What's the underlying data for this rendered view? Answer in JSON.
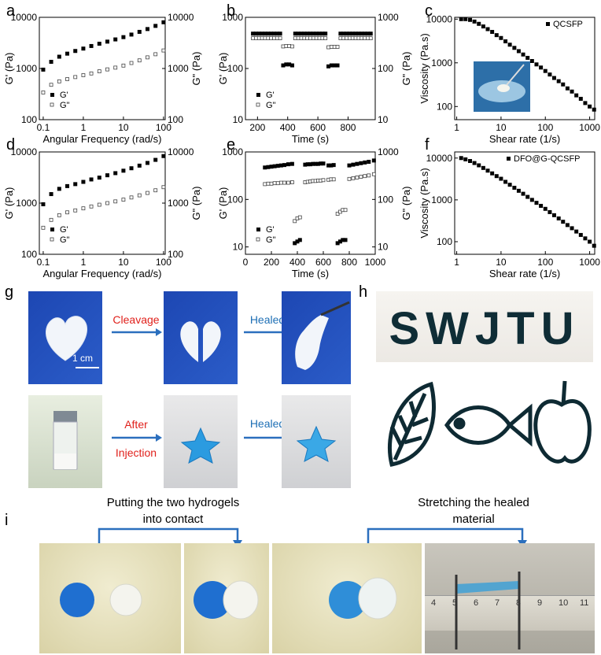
{
  "panels": {
    "a": "a",
    "b": "b",
    "c": "c",
    "d": "d",
    "e": "e",
    "f": "f",
    "g": "g",
    "h": "h",
    "i": "i"
  },
  "chart_data": [
    {
      "id": "a",
      "type": "scatter",
      "xlabel": "Angular Frequency (rad/s)",
      "ylabel": "G' (Pa)",
      "y2label": "G\" (Pa)",
      "xscale": "log",
      "yscale": "log",
      "xlim": [
        0.08,
        110
      ],
      "ylim": [
        100,
        10000
      ],
      "xticks": [
        "0.1",
        "1",
        "10",
        "100"
      ],
      "yticks": [
        "100",
        "1000",
        "10000"
      ],
      "legend_position": "bottom-left",
      "series": [
        {
          "name": "G'",
          "marker": "filled-square",
          "x": [
            0.1,
            0.158,
            0.251,
            0.398,
            0.631,
            1,
            1.58,
            2.51,
            3.98,
            6.31,
            10,
            15.8,
            25.1,
            39.8,
            63.1,
            100
          ],
          "y": [
            950,
            1350,
            1700,
            1950,
            2200,
            2450,
            2750,
            3050,
            3350,
            3700,
            4100,
            4600,
            5200,
            5900,
            6800,
            8000
          ]
        },
        {
          "name": "G\"",
          "marker": "open-square",
          "x": [
            0.1,
            0.158,
            0.251,
            0.398,
            0.631,
            1,
            1.58,
            2.51,
            3.98,
            6.31,
            10,
            15.8,
            25.1,
            39.8,
            63.1,
            100
          ],
          "y": [
            340,
            480,
            560,
            620,
            680,
            740,
            800,
            880,
            960,
            1040,
            1140,
            1280,
            1440,
            1650,
            1900,
            2250
          ]
        }
      ]
    },
    {
      "id": "b",
      "type": "scatter",
      "xlabel": "Time (s)",
      "ylabel": "G' (Pa)",
      "y2label": "G\" (Pa)",
      "xscale": "linear",
      "yscale": "log",
      "xlim": [
        120,
        980
      ],
      "ylim": [
        10,
        1000
      ],
      "xticks": [
        "200",
        "400",
        "600",
        "800"
      ],
      "yticks": [
        "10",
        "100",
        "1000"
      ],
      "legend_position": "bottom-left",
      "series": [
        {
          "name": "G'",
          "marker": "filled-square",
          "x": [
            170,
            190,
            210,
            230,
            250,
            270,
            290,
            310,
            330,
            350,
            370,
            390,
            410,
            430,
            450,
            470,
            490,
            510,
            530,
            550,
            570,
            590,
            610,
            630,
            650,
            670,
            690,
            710,
            730,
            750,
            770,
            790,
            810,
            830,
            850,
            870,
            890,
            910,
            930,
            950
          ],
          "y": [
            480,
            480,
            480,
            480,
            480,
            480,
            480,
            480,
            480,
            480,
            115,
            120,
            120,
            115,
            480,
            480,
            480,
            480,
            480,
            480,
            480,
            480,
            480,
            480,
            480,
            110,
            115,
            115,
            115,
            480,
            480,
            480,
            480,
            480,
            480,
            480,
            480,
            480,
            480,
            480
          ]
        },
        {
          "name": "G\"",
          "marker": "open-square",
          "x": [
            170,
            190,
            210,
            230,
            250,
            270,
            290,
            310,
            330,
            350,
            370,
            390,
            410,
            430,
            450,
            470,
            490,
            510,
            530,
            550,
            570,
            590,
            610,
            630,
            650,
            670,
            690,
            710,
            730,
            750,
            770,
            790,
            810,
            830,
            850,
            870,
            890,
            910,
            930,
            950
          ],
          "y": [
            390,
            390,
            390,
            390,
            390,
            390,
            390,
            390,
            390,
            390,
            270,
            275,
            275,
            270,
            390,
            390,
            390,
            390,
            390,
            390,
            390,
            390,
            390,
            390,
            390,
            260,
            265,
            265,
            265,
            390,
            390,
            390,
            390,
            390,
            390,
            390,
            390,
            390,
            390,
            390
          ]
        }
      ]
    },
    {
      "id": "c",
      "type": "scatter",
      "xlabel": "Shear rate (1/s)",
      "ylabel": "Viscosity (Pa.s)",
      "xscale": "log",
      "yscale": "log",
      "xlim": [
        0.9,
        1300
      ],
      "ylim": [
        50,
        11000
      ],
      "xticks": [
        "1",
        "10",
        "100",
        "1000"
      ],
      "yticks": [
        "100",
        "1000",
        "10000"
      ],
      "legend_position": "top-right",
      "series": [
        {
          "name": "QCSFP",
          "marker": "filled-square",
          "x": [
            1.26,
            1.58,
            2,
            2.51,
            3.16,
            3.98,
            5.01,
            6.31,
            7.94,
            10,
            12.6,
            15.8,
            20,
            25.1,
            31.6,
            39.8,
            50.1,
            63.1,
            79.4,
            100,
            126,
            158,
            200,
            251,
            316,
            398,
            501,
            631,
            794,
            1000,
            1260
          ],
          "y": [
            10000,
            10000,
            9600,
            8800,
            7800,
            6800,
            5900,
            5100,
            4300,
            3700,
            3100,
            2600,
            2200,
            1850,
            1550,
            1300,
            1100,
            920,
            780,
            650,
            540,
            450,
            380,
            320,
            260,
            220,
            180,
            150,
            120,
            100,
            85
          ]
        }
      ]
    },
    {
      "id": "d",
      "type": "scatter",
      "xlabel": "Angular Frequency (rad/s)",
      "ylabel": "G' (Pa)",
      "y2label": "G\" (Pa)",
      "xscale": "log",
      "yscale": "log",
      "xlim": [
        0.08,
        110
      ],
      "ylim": [
        100,
        10000
      ],
      "xticks": [
        "0.1",
        "1",
        "10",
        "100"
      ],
      "yticks": [
        "100",
        "1000",
        "10000"
      ],
      "legend_position": "bottom-left",
      "series": [
        {
          "name": "G'",
          "marker": "filled-square",
          "x": [
            0.1,
            0.158,
            0.251,
            0.398,
            0.631,
            1,
            1.58,
            2.51,
            3.98,
            6.31,
            10,
            15.8,
            25.1,
            39.8,
            63.1,
            100
          ],
          "y": [
            950,
            1500,
            1900,
            2150,
            2350,
            2600,
            2900,
            3150,
            3500,
            3850,
            4300,
            4800,
            5400,
            6100,
            7000,
            8300
          ]
        },
        {
          "name": "G\"",
          "marker": "open-square",
          "x": [
            0.1,
            0.158,
            0.251,
            0.398,
            0.631,
            1,
            1.58,
            2.51,
            3.98,
            6.31,
            10,
            15.8,
            25.1,
            39.8,
            63.1,
            100
          ],
          "y": [
            330,
            470,
            580,
            660,
            720,
            790,
            860,
            930,
            1000,
            1080,
            1170,
            1290,
            1420,
            1580,
            1780,
            2050
          ]
        }
      ]
    },
    {
      "id": "e",
      "type": "scatter",
      "xlabel": "Time (s)",
      "ylabel": "G' (Pa)",
      "y2label": "G\" (Pa)",
      "xscale": "linear",
      "yscale": "log",
      "xlim": [
        0,
        1000
      ],
      "ylim": [
        7,
        1000
      ],
      "xticks": [
        "0",
        "200",
        "400",
        "600",
        "800",
        "1000"
      ],
      "yticks": [
        "10",
        "100",
        "1000"
      ],
      "legend_position": "bottom-left",
      "series": [
        {
          "name": "G'",
          "marker": "filled-square",
          "x": [
            150,
            175,
            200,
            225,
            250,
            275,
            300,
            330,
            360,
            380,
            400,
            420,
            460,
            480,
            500,
            520,
            540,
            560,
            580,
            600,
            640,
            660,
            680,
            710,
            730,
            750,
            770,
            800,
            830,
            860,
            890,
            920,
            950,
            990
          ],
          "y": [
            470,
            480,
            490,
            500,
            510,
            520,
            530,
            550,
            560,
            12,
            13,
            14,
            540,
            550,
            550,
            560,
            560,
            560,
            570,
            570,
            520,
            520,
            530,
            12,
            13,
            14,
            14,
            520,
            540,
            560,
            580,
            600,
            620,
            660
          ]
        },
        {
          "name": "G\"",
          "marker": "open-square",
          "x": [
            150,
            175,
            200,
            225,
            250,
            275,
            300,
            330,
            360,
            380,
            400,
            420,
            460,
            480,
            500,
            520,
            540,
            560,
            580,
            600,
            640,
            660,
            680,
            710,
            730,
            750,
            770,
            800,
            830,
            860,
            890,
            920,
            950,
            990
          ],
          "y": [
            210,
            215,
            215,
            220,
            220,
            225,
            225,
            225,
            230,
            35,
            40,
            42,
            230,
            235,
            240,
            245,
            245,
            250,
            250,
            255,
            260,
            265,
            265,
            50,
            55,
            60,
            60,
            270,
            280,
            290,
            300,
            310,
            320,
            340
          ]
        }
      ]
    },
    {
      "id": "f",
      "type": "scatter",
      "xlabel": "Shear rate (1/s)",
      "ylabel": "Viscosity (Pa.s)",
      "xscale": "log",
      "yscale": "log",
      "xlim": [
        0.9,
        1300
      ],
      "ylim": [
        50,
        14000
      ],
      "xticks": [
        "1",
        "10",
        "100",
        "1000"
      ],
      "yticks": [
        "100",
        "1000",
        "10000"
      ],
      "legend_position": "top-right",
      "series": [
        {
          "name": "DFO@G-QCSFP",
          "marker": "filled-square",
          "x": [
            1.26,
            1.58,
            2,
            2.51,
            3.16,
            3.98,
            5.01,
            6.31,
            7.94,
            10,
            12.6,
            15.8,
            20,
            25.1,
            31.6,
            39.8,
            50.1,
            63.1,
            79.4,
            100,
            126,
            158,
            200,
            251,
            316,
            398,
            501,
            631,
            794,
            1000,
            1260
          ],
          "y": [
            10000,
            9300,
            8500,
            7600,
            6700,
            5800,
            5000,
            4300,
            3700,
            3200,
            2700,
            2300,
            1950,
            1650,
            1400,
            1180,
            1000,
            850,
            720,
            610,
            510,
            430,
            360,
            300,
            250,
            210,
            175,
            145,
            120,
            100,
            80
          ]
        }
      ]
    }
  ],
  "panel_g": {
    "scale_bar": "1 cm",
    "cleavage": "Cleavage",
    "healed_1": "Healed",
    "after_injection": [
      "After",
      "Injection"
    ],
    "healed_2": "Healed"
  },
  "panel_h": {
    "letters": "SWJTU"
  },
  "panel_i": {
    "caption_left": [
      "Putting the two hydrogels",
      "into contact"
    ],
    "caption_right": [
      "Stretching the healed",
      "material"
    ],
    "ruler_numbers": [
      "4",
      "5",
      "6",
      "7",
      "8",
      "9",
      "10",
      "11"
    ]
  },
  "colors": {
    "arrow_blue": "#2b6fbe",
    "red_text": "#e0201b",
    "blue_text": "#1e6fb5",
    "photo_blue": "#1f4fb8",
    "gel_blue": "#2a8fd6"
  }
}
